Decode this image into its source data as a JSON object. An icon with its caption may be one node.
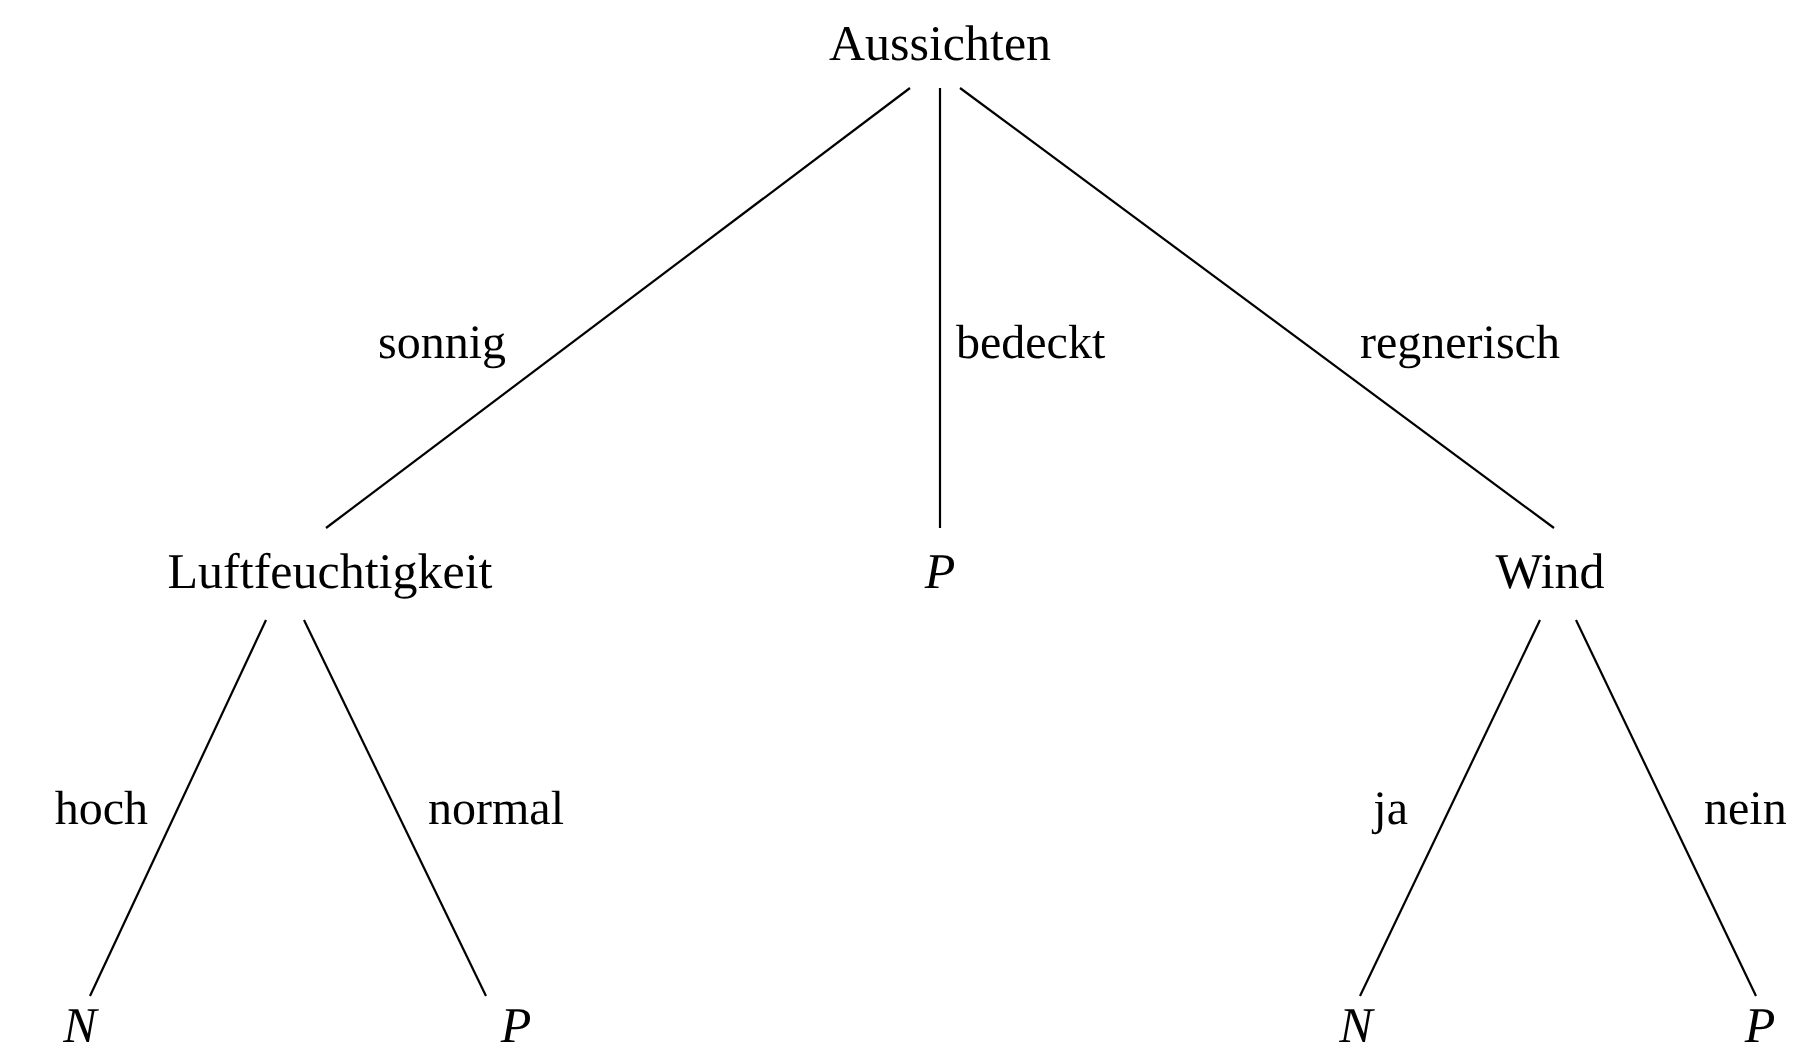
{
  "diagram": {
    "nodes": [
      {
        "text": [
          "Aussichten"
        ]
      },
      {
        "text": [
          "Luftfeuchtigkeit"
        ]
      },
      {
        "text": [
          "P"
        ]
      },
      {
        "text": [
          "Wind"
        ]
      },
      {
        "text": [
          "N"
        ]
      },
      {
        "text": [
          "P"
        ]
      },
      {
        "text": [
          "N"
        ]
      },
      {
        "text": [
          "P"
        ]
      }
    ],
    "edges": [
      {
        "from": 0,
        "to": 1,
        "label": "sonnig",
        "arrow": "none"
      },
      {
        "from": 0,
        "to": 2,
        "label": "bedeckt",
        "arrow": "none"
      },
      {
        "from": 0,
        "to": 3,
        "label": "regnerisch",
        "arrow": "none"
      },
      {
        "from": 1,
        "to": 4,
        "label": "hoch",
        "arrow": "none"
      },
      {
        "from": 1,
        "to": 5,
        "label": "normal",
        "arrow": "none"
      },
      {
        "from": 3,
        "to": 6,
        "label": "ja",
        "arrow": "none"
      },
      {
        "from": 3,
        "to": 7,
        "label": "nein",
        "arrow": "none"
      }
    ]
  }
}
